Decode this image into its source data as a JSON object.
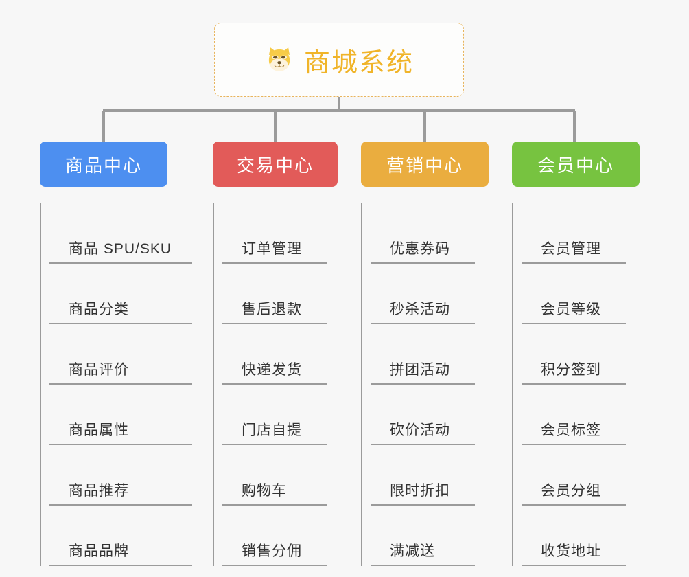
{
  "root": {
    "title": "商城系统",
    "icon": "shiba-dog-face-icon",
    "border_color": "#e8b45c",
    "text_color": "#f0b429",
    "background": "#fdfdfc"
  },
  "canvas": {
    "background": "#f7f7f7",
    "connector_color": "#9b9b9b"
  },
  "branches": [
    {
      "label": "商品中心",
      "color": "#4d8ff0",
      "items": [
        {
          "label": "商品 SPU/SKU"
        },
        {
          "label": "商品分类"
        },
        {
          "label": "商品评价"
        },
        {
          "label": "商品属性"
        },
        {
          "label": "商品推荐"
        },
        {
          "label": "商品品牌"
        }
      ]
    },
    {
      "label": "交易中心",
      "color": "#e25b59",
      "items": [
        {
          "label": "订单管理"
        },
        {
          "label": "售后退款"
        },
        {
          "label": "快递发货"
        },
        {
          "label": "门店自提"
        },
        {
          "label": "购物车"
        },
        {
          "label": "销售分佣"
        }
      ]
    },
    {
      "label": "营销中心",
      "color": "#eaad3f",
      "items": [
        {
          "label": "优惠券码"
        },
        {
          "label": "秒杀活动"
        },
        {
          "label": "拼团活动"
        },
        {
          "label": "砍价活动"
        },
        {
          "label": "限时折扣"
        },
        {
          "label": "满减送"
        }
      ]
    },
    {
      "label": "会员中心",
      "color": "#77c340",
      "items": [
        {
          "label": "会员管理"
        },
        {
          "label": "会员等级"
        },
        {
          "label": "积分签到"
        },
        {
          "label": "会员标签"
        },
        {
          "label": "会员分组"
        },
        {
          "label": "收货地址"
        }
      ]
    }
  ]
}
